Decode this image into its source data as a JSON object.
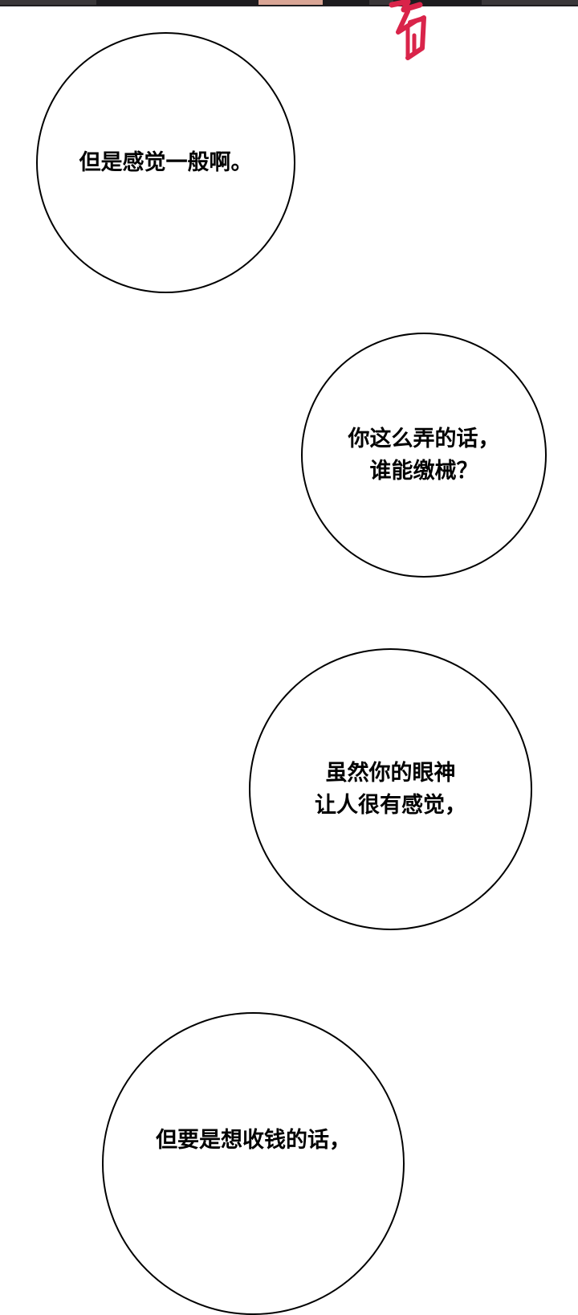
{
  "page": {
    "background_color": "#ffffff",
    "top_panel_color": "#1e1c1f",
    "sfx_color": "#d9244a"
  },
  "top_panel": {
    "description": "bottom edge of previous comic panel"
  },
  "sfx": {
    "icon": "sfx-brush-stroke-icon",
    "color": "#d9244a"
  },
  "bubbles": [
    {
      "lines": "但是感觉一般啊。"
    },
    {
      "lines": "你这么弄的话，\n谁能缴械？"
    },
    {
      "lines": "虽然你的眼神\n让人很有感觉，"
    },
    {
      "lines": "但要是想收钱的话，"
    }
  ]
}
